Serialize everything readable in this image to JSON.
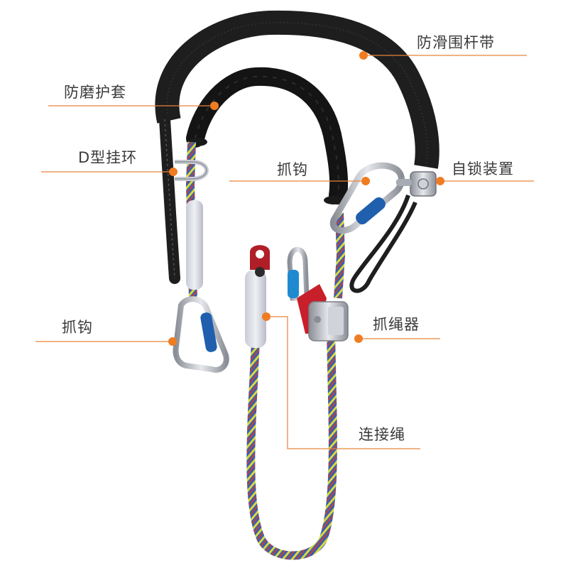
{
  "colors": {
    "accent": "#f07c22",
    "leader_line": "#e8833a",
    "label_text": "#3a3a3a",
    "strap": "#1e1e1e",
    "rope_blue": "#3a5fb0",
    "grab_red": "#c8202a",
    "gate_blue": "#1f5fae"
  },
  "labels": {
    "anti_slip_strap": "防滑围杆带",
    "wear_sleeve": "防磨护套",
    "d_ring": "D型挂环",
    "carabiner_top": "抓钩",
    "self_lock": "自锁装置",
    "carabiner_bottom": "抓钩",
    "rope_grab": "抓绳器",
    "connecting_rope": "连接绳"
  }
}
